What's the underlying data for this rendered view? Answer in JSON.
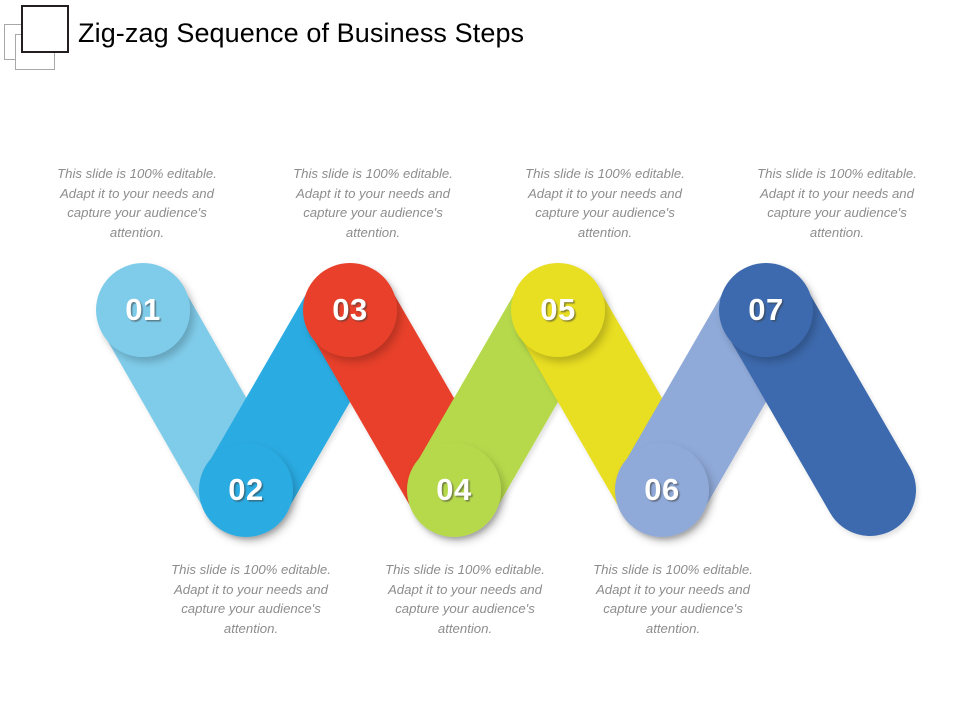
{
  "header": {
    "title": "Zig-zag Sequence of Business Steps",
    "logo_name": "overlapping-squares-logo"
  },
  "diagram": {
    "type": "zigzag-process",
    "step_count": 7,
    "body_text": "This slide is 100% editable. Adapt it to your needs and capture your audience's attention.",
    "steps": [
      {
        "number": "01",
        "color": "#7FCCEA",
        "position": "top",
        "caption": "This slide is 100% editable. Adapt it to your needs and capture your audience's attention."
      },
      {
        "number": "02",
        "color": "#29ABE2",
        "position": "bottom",
        "caption": "This slide is 100% editable. Adapt it to your needs and capture your audience's attention."
      },
      {
        "number": "03",
        "color": "#E8412C",
        "position": "top",
        "caption": "This slide is 100% editable. Adapt it to your needs and capture your audience's attention."
      },
      {
        "number": "04",
        "color": "#B6D94C",
        "position": "bottom",
        "caption": "This slide is 100% editable. Adapt it to your needs and capture your audience's attention."
      },
      {
        "number": "05",
        "color": "#E8DE22",
        "position": "top",
        "caption": "This slide is 100% editable. Adapt it to your needs and capture your audience's attention."
      },
      {
        "number": "06",
        "color": "#8FA9D8",
        "position": "bottom",
        "caption": "This slide is 100% editable. Adapt it to your needs and capture your audience's attention."
      },
      {
        "number": "07",
        "color": "#3C6BAE",
        "position": "top",
        "caption": ""
      }
    ],
    "captions_top": [
      "This slide is 100% editable. Adapt it to your needs and capture your audience's attention.",
      "This slide is 100% editable. Adapt it to your needs and capture your audience's attention.",
      "This slide is 100% editable. Adapt it to your needs and capture your audience's attention.",
      "This slide is 100% editable. Adapt it to your needs and capture your audience's attention."
    ],
    "captions_bottom": [
      "This slide is 100% editable. Adapt it to your needs and capture your audience's attention.",
      "This slide is 100% editable. Adapt it to your needs and capture your audience's attention.",
      "This slide is 100% editable. Adapt it to your needs and capture your audience's attention."
    ]
  },
  "colors": {
    "background": "#FFFFFF",
    "title_text": "#000000",
    "caption_text": "#8D8D8D",
    "number_text": "#FFFFFF"
  }
}
